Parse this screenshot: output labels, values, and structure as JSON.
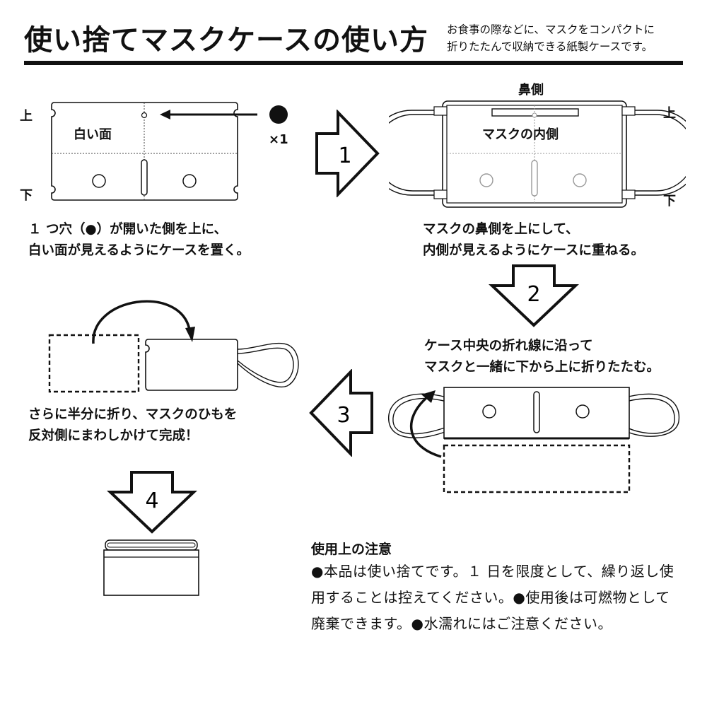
{
  "header": {
    "title": "使い捨てマスクケースの使い方",
    "subtitle_line1": "お食事の際などに、マスクをコンパクトに",
    "subtitle_line2": "折りたたんで収納できる紙製ケースです。"
  },
  "step1": {
    "top_label": "上",
    "bottom_label": "下",
    "face_label": "白い面",
    "hole_count": "×1",
    "caption_line1": "１ つ穴（●）が開いた側を上に、",
    "caption_line2": "白い面が見えるようにケースを置く。"
  },
  "step2": {
    "nose_label": "鼻側",
    "top_label": "上",
    "bottom_label": "下",
    "inner_label": "マスクの内側",
    "caption_line1": "マスクの鼻側を上にして、",
    "caption_line2": "内側が見えるようにケースに重ねる。"
  },
  "step3": {
    "caption_line1": "ケース中央の折れ線に沿って",
    "caption_line2": "マスクと一緒に下から上に折りたたむ。"
  },
  "step4": {
    "caption_line1": "さらに半分に折り、マスクのひもを",
    "caption_line2": "反対側にまわしかけて完成！"
  },
  "arrows": {
    "a1": "1",
    "a2": "2",
    "a3": "3",
    "a4": "4"
  },
  "notes": {
    "heading": "使用上の注意",
    "body": "●本品は使い捨てです。１ 日を限度として、繰り返し使用することは控えてください。●使用後は可燃物として廃棄できます。●水濡れにはご注意ください。"
  }
}
